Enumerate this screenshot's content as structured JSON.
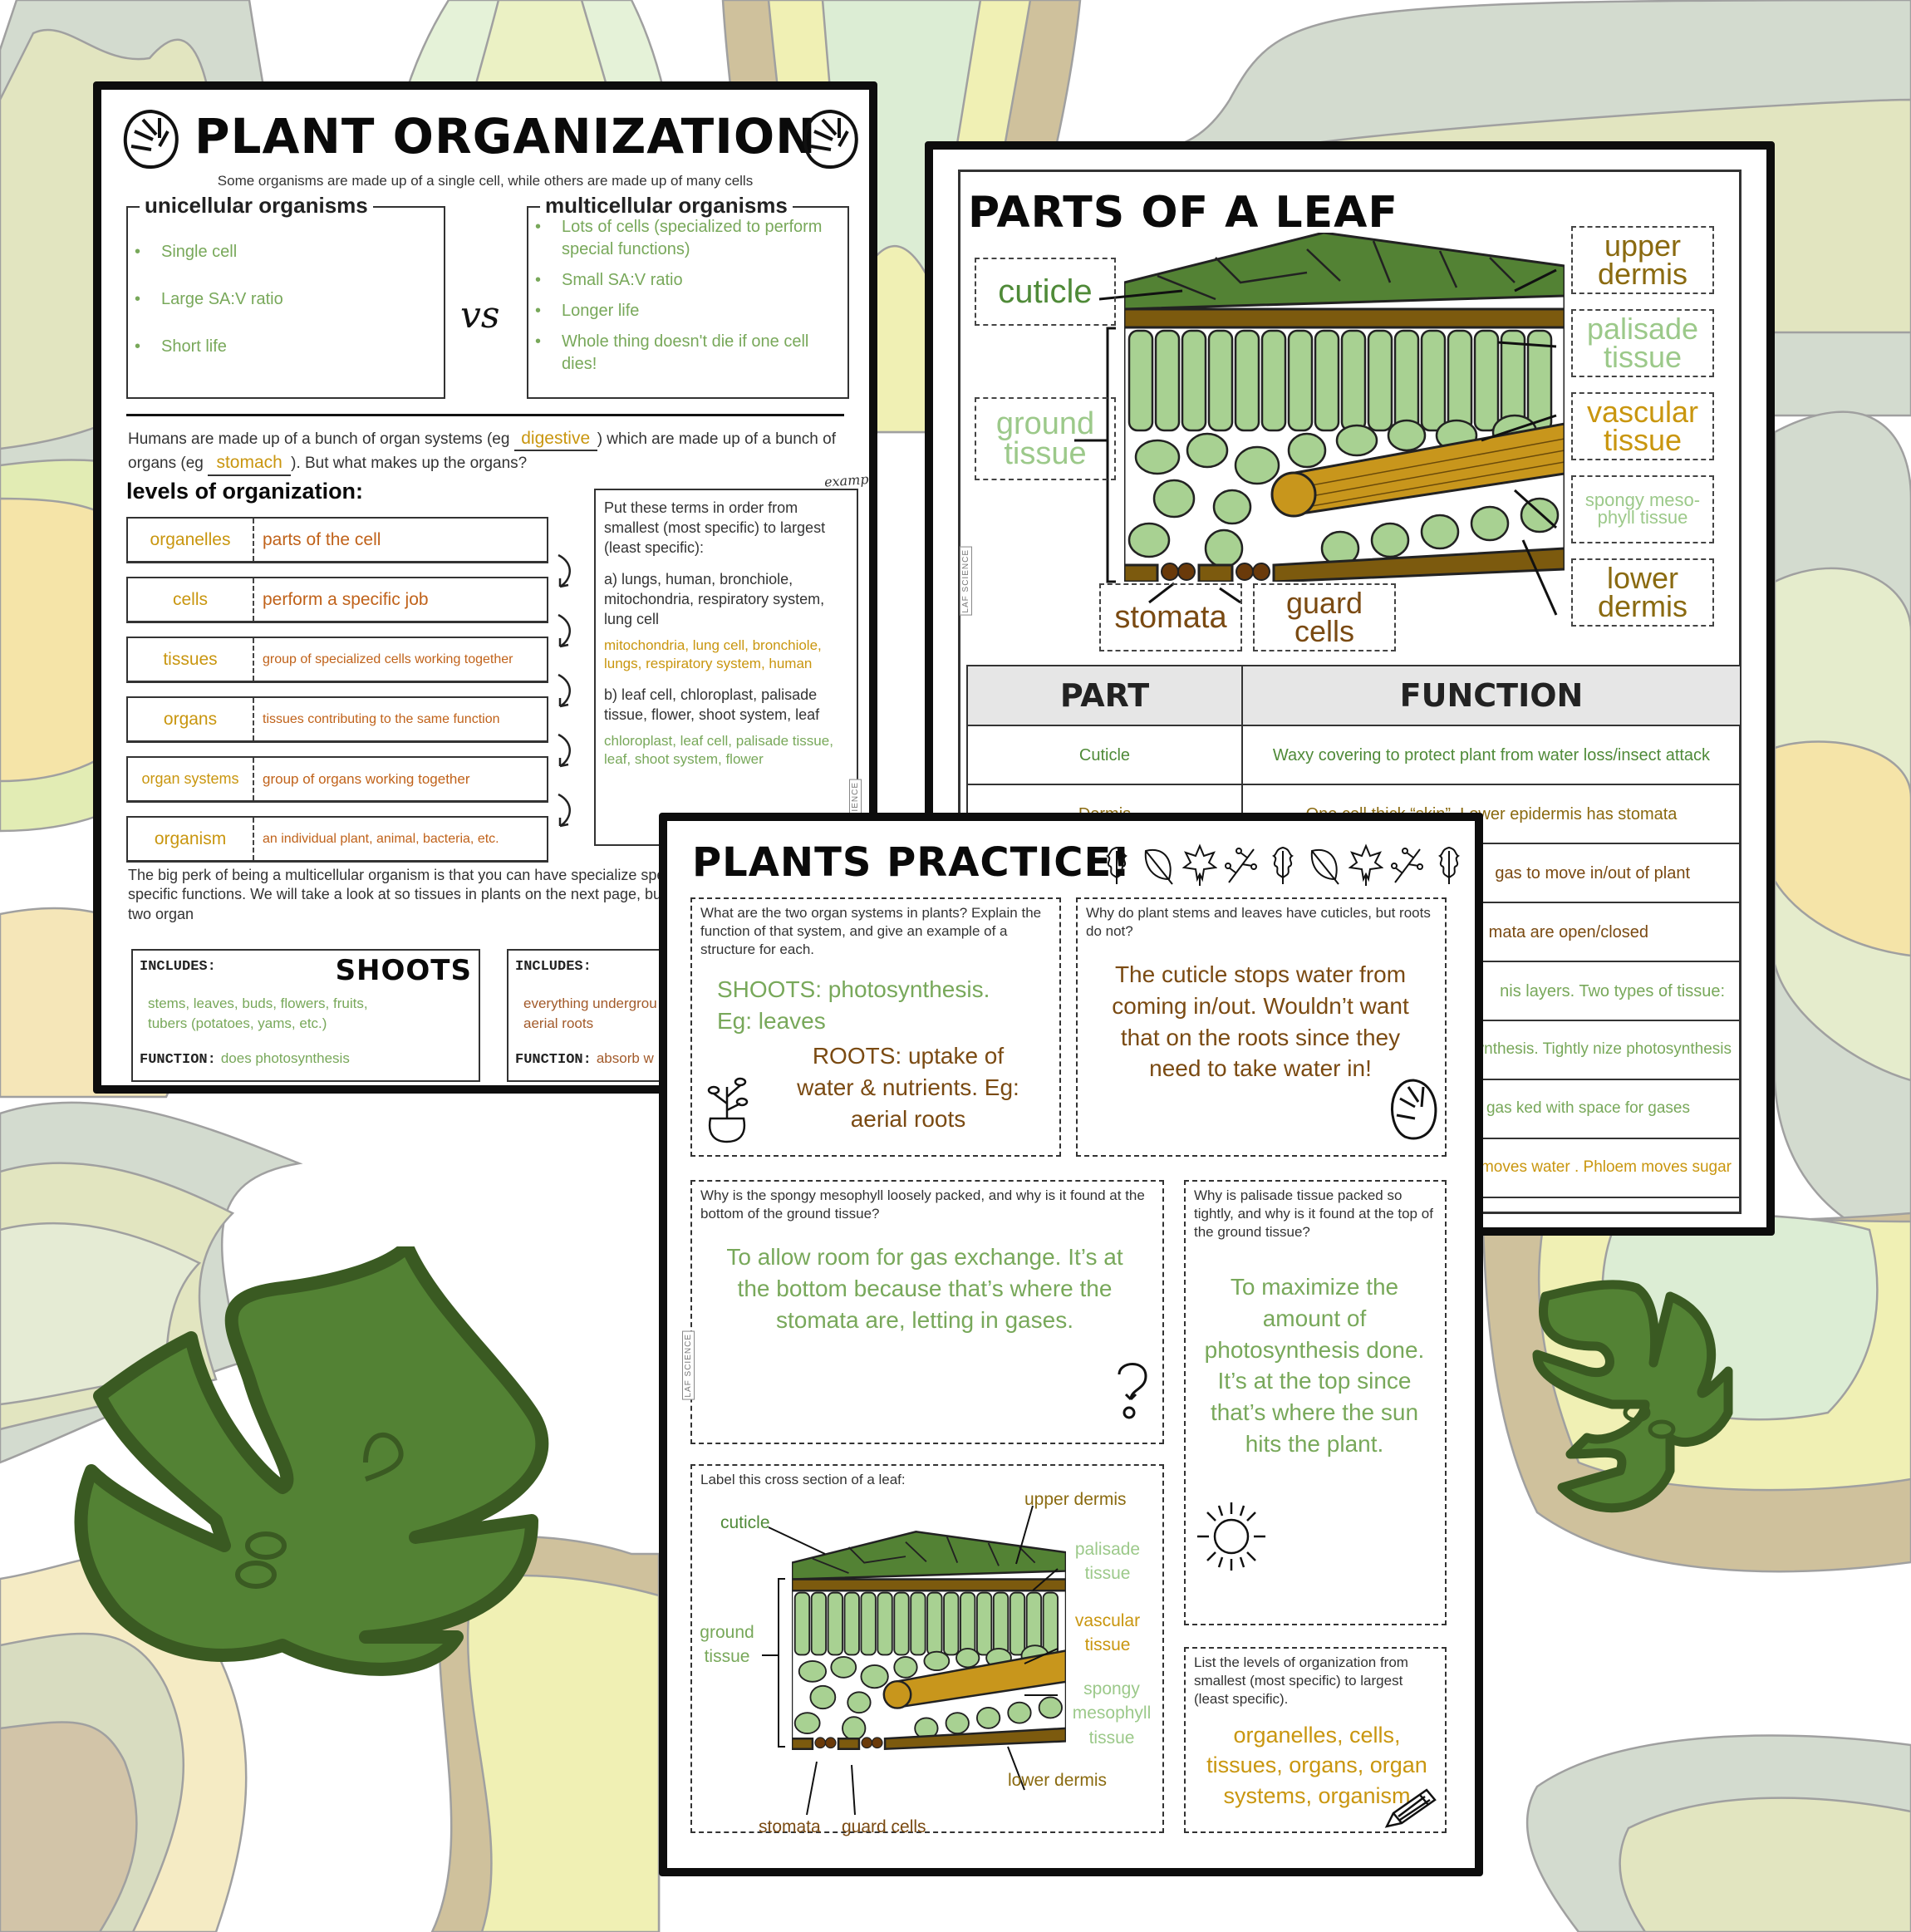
{
  "page1": {
    "title": "PLANT ORGANIZATION",
    "subtitle": "Some organisms are made up of a single cell, while others are made up of many cells",
    "unicellular": {
      "heading": "unicellular organisms",
      "items": [
        "Single cell",
        "Large SA:V ratio",
        "Short life"
      ]
    },
    "vs_label": "vs",
    "multicellular": {
      "heading": "multicellular organisms",
      "items": [
        "Lots of cells (specialized to perform special functions)",
        "Small SA:V ratio",
        "Longer life",
        "Whole thing doesn't die if one cell dies!"
      ]
    },
    "intro": {
      "part1": "Humans are made up of a bunch of organ systems (eg ",
      "blank1": "digestive",
      "part2": ") which are made up of a bunch of organs (eg ",
      "blank2": "stomach",
      "part3": "). But what makes up the organs?"
    },
    "levels_heading": "levels of organization:",
    "levels": [
      {
        "term": "organelles",
        "definition": "parts of the cell"
      },
      {
        "term": "cells",
        "definition": "perform a specific job"
      },
      {
        "term": "tissues",
        "definition": "group of specialized cells working together"
      },
      {
        "term": "organs",
        "definition": "tissues contributing to the same function"
      },
      {
        "term": "organ systems",
        "definition": "group of organs working together"
      },
      {
        "term": "organism",
        "definition": "an individual plant, animal, bacteria, etc."
      }
    ],
    "examples_note": "examples",
    "order_box": {
      "prompt": "Put these terms in order from smallest (most specific) to largest (least specific):",
      "a_question": "a) lungs, human, bronchiole, mitochondria, respiratory system, lung cell",
      "a_answer": "mitochondria, lung cell, bronchiole, lungs, respiratory system, human",
      "b_question": "b) leaf cell, chloroplast, palisade tissue, flower, shoot system, leaf",
      "b_answer": "chloroplast, leaf cell, palisade tissue, leaf, shoot system, flower"
    },
    "closing_paragraph": "The big perk of being a multicellular organism is that you can have specialize specialized tissues that perform specific functions. We will take a look at so tissues in plants on the next page, but first we should look at the two organ",
    "shoots_box": {
      "includes_label": "INCLUDES:",
      "name": "SHOOTS",
      "includes": "stems, leaves, buds, flowers, fruits, tubers (potatoes, yams, etc.)",
      "function_label": "FUNCTION:",
      "function": "does photosynthesis"
    },
    "roots_box": {
      "includes_label": "INCLUDES:",
      "includes": "everything undergrou aerial roots",
      "function_label": "FUNCTION:",
      "function": "absorb w"
    },
    "watermark": "LAF SCIENCE"
  },
  "page2": {
    "title": "PARTS OF A LEAF",
    "labels": {
      "cuticle": "cuticle",
      "ground_tissue": "ground tissue",
      "stomata": "stomata",
      "guard_cells": "guard cells",
      "upper_dermis": "upper dermis",
      "palisade_tissue": "palisade tissue",
      "vascular_tissue": "vascular tissue",
      "spongy_mesophyll": "spongy meso-phyll tissue",
      "lower_dermis": "lower dermis"
    },
    "table": {
      "headers": [
        "PART",
        "FUNCTION"
      ],
      "rows": [
        {
          "part": "Cuticle",
          "function": "Waxy covering to protect plant from water loss/insect attack"
        },
        {
          "part": "Dermis",
          "function": "One cell thick “skin”. Lower epidermis has stomata"
        },
        {
          "part": "",
          "function": "gas to move in/out of plant"
        },
        {
          "part": "",
          "function": "mata are open/closed"
        },
        {
          "part": "",
          "function": "nis layers. Two types of tissue:"
        },
        {
          "part": "",
          "function": "s) → does photosynthesis. Tightly nize photosynthesis"
        },
        {
          "part": "",
          "function": "a are) → responsible for gas ked with space for gases"
        },
        {
          "part": "",
          "function": "rough plant. Xylem moves water . Phloem moves sugar"
        }
      ]
    },
    "watermark": "LAF SCIENCE"
  },
  "page3": {
    "title": "PLANTS PRACTICE!",
    "q1": {
      "question": "What are the two organ systems in plants? Explain the function of that system, and give an example of a structure for each.",
      "answer_shoots": "SHOOTS: photosynthesis. Eg: leaves",
      "answer_roots": "ROOTS: uptake of water & nutrients. Eg: aerial roots"
    },
    "q2": {
      "question": "Why do plant stems and leaves have cuticles, but roots do not?",
      "answer": "The cuticle stops water from coming in/out. Wouldn’t want that on the roots since they need to take water in!"
    },
    "q3": {
      "question": "Why is the spongy mesophyll loosely packed, and why is it found at the bottom of the ground tissue?",
      "answer": "To allow room for gas exchange. It’s at the bottom because that’s where the stomata are, letting in gases."
    },
    "q4": {
      "question": "Why is palisade tissue packed so tightly, and why is it found at the top of the ground tissue?",
      "answer": "To maximize the amount of photosynthesis done. It’s at the top since that’s where the sun hits the plant."
    },
    "q5": {
      "question": "Label this cross section of a leaf:",
      "labels": {
        "cuticle": "cuticle",
        "upper_dermis": "upper dermis",
        "palisade": "palisade tissue",
        "ground": "ground tissue",
        "vascular": "vascular tissue",
        "spongy": "spongy mesophyll tissue",
        "lower_dermis": "lower dermis",
        "stomata": "stomata",
        "guard_cells": "guard cells"
      }
    },
    "q6": {
      "question": "List the levels of organization from smallest (most specific) to largest (least specific).",
      "answer": "organelles, cells, tissues, organs, organ systems, organism"
    },
    "watermark": "LAF SCIENCE"
  },
  "colors": {
    "leaf_green": "#538234",
    "leaf_outline": "#3a5a22",
    "palisade_green": "#a8d192",
    "dermis_brown": "#7c5a0e",
    "vascular_gold": "#c8961c",
    "answer_green": "#78a85a",
    "answer_brown": "#7a4a12",
    "answer_gold": "#c9960f"
  }
}
